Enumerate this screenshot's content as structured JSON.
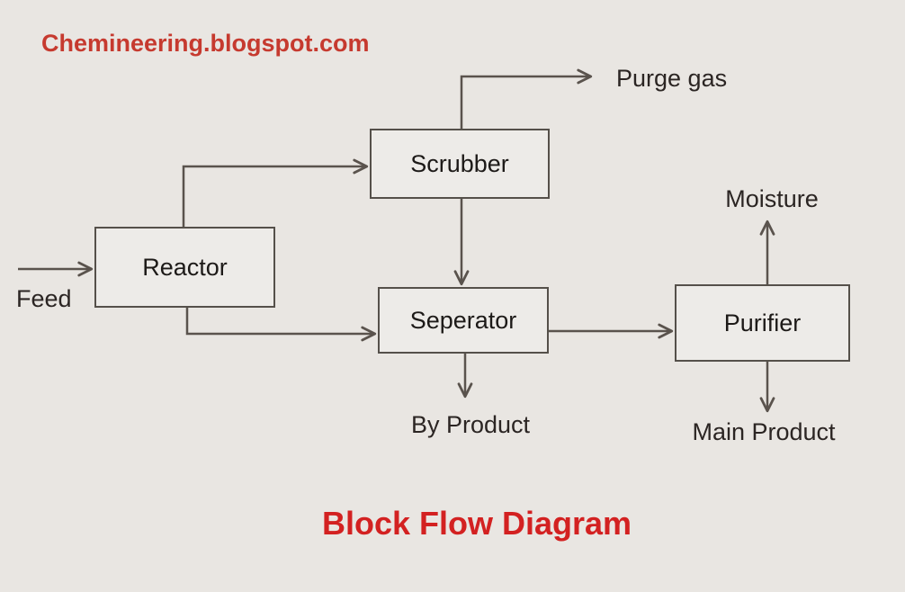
{
  "watermark": "Chemineering.blogspot.com",
  "title": "Block Flow Diagram",
  "nodes": {
    "reactor": "Reactor",
    "scrubber": "Scrubber",
    "seperator": "Seperator",
    "purifier": "Purifier"
  },
  "streams": {
    "feed": "Feed",
    "purge_gas": "Purge gas",
    "moisture": "Moisture",
    "by_product": "By Product",
    "main_product": "Main Product"
  },
  "colors": {
    "background": "#e9e6e2",
    "line": "#5a534d",
    "box_fill": "#edebe8",
    "box_border": "#55504a",
    "text": "#2b2523",
    "watermark_red": "#c63a2f",
    "title_red": "#d32121"
  }
}
